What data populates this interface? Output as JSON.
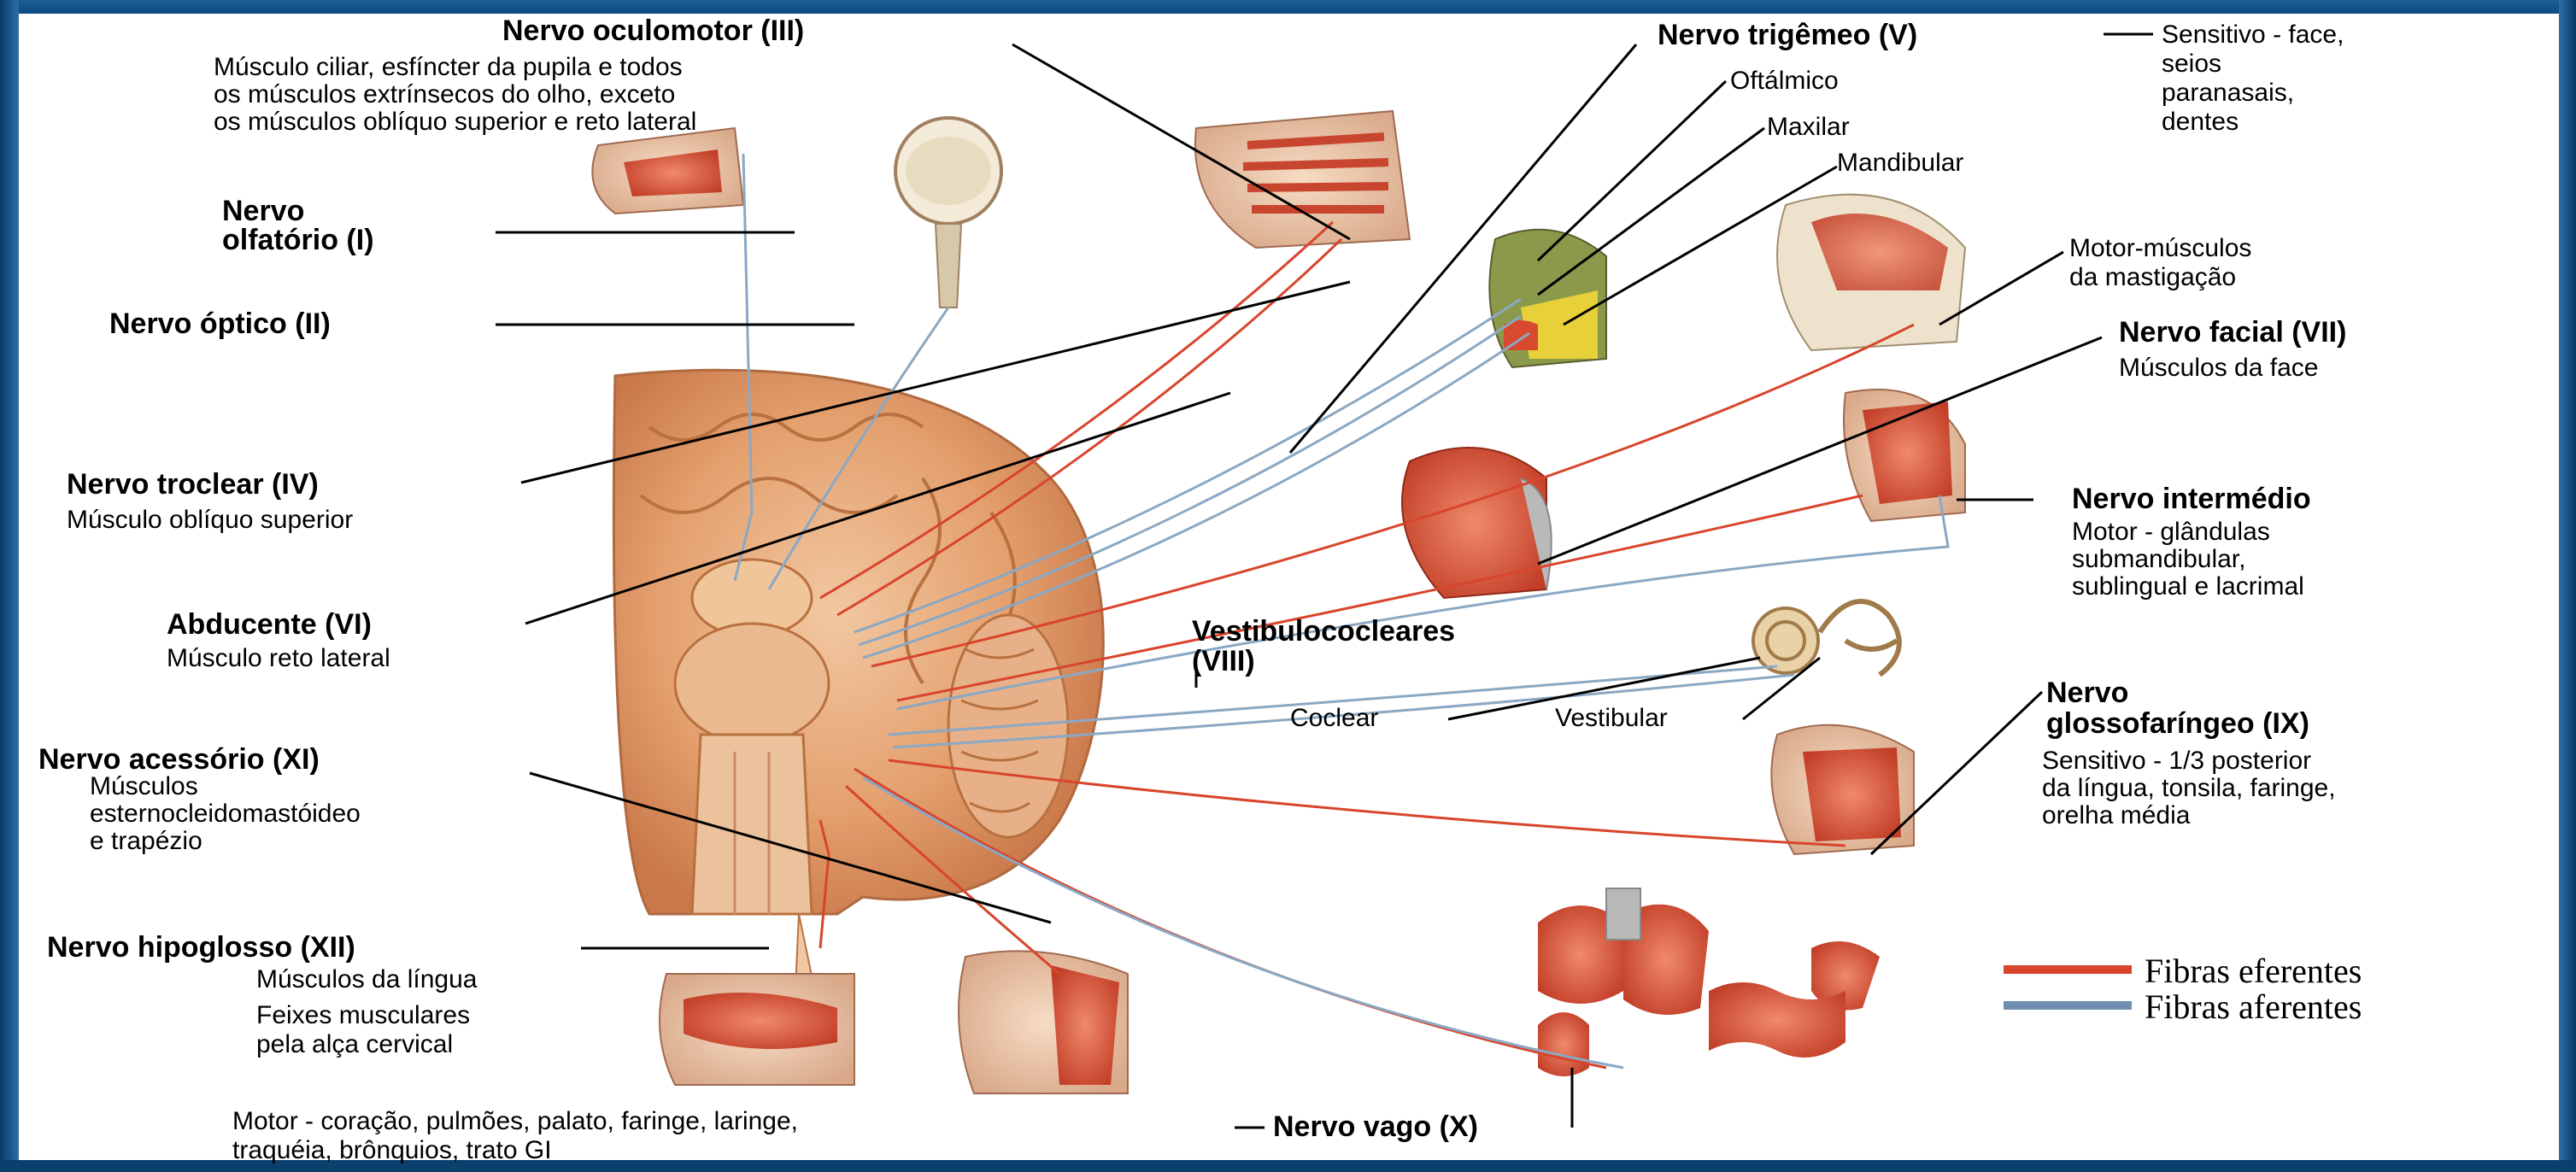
{
  "labels": {
    "oculomotor_title": "Nervo oculomotor (III)",
    "oculomotor_d1": "Músculo ciliar, esfíncter da pupila e todos",
    "oculomotor_d2": "os músculos extrínsecos do olho, exceto",
    "oculomotor_d3": "os músculos oblíquo superior e reto lateral",
    "olfatorio_t1": "Nervo",
    "olfatorio_t2": "olfatório (I)",
    "optico": "Nervo óptico (II)",
    "troclear_title": "Nervo troclear (IV)",
    "troclear_desc": "Músculo oblíquo superior",
    "abducente_title": "Abducente (VI)",
    "abducente_desc": "Músculo reto lateral",
    "acessorio_title": "Nervo acessório (XI)",
    "acessorio_d1": "Músculos",
    "acessorio_d2": "esternocleidomastóideo",
    "acessorio_d3": "e trapézio",
    "hipoglosso_title": "Nervo hipoglosso (XII)",
    "hipoglosso_d1": "Músculos da língua",
    "hipoglosso_d2": "Feixes musculares",
    "hipoglosso_d3": "pela alça cervical",
    "vago_desc1": "Motor - coração, pulmões, palato, faringe, laringe,",
    "vago_desc2": "traquéia, brônquios, trato GI",
    "vago_title": "Nervo vago (X)",
    "trigemeo_title": "Nervo trigêmeo (V)",
    "trigemeo_d1": "Sensitivo - face,",
    "trigemeo_d2": "seios",
    "trigemeo_d3": "paranasais,",
    "trigemeo_d4": "dentes",
    "oftalmico": "Oftálmico",
    "maxilar": "Maxilar",
    "mandibular": "Mandibular",
    "mastigacao_1": "Motor-músculos",
    "mastigacao_2": "da mastigação",
    "facial_title": "Nervo facial (VII)",
    "facial_desc": "Músculos da face",
    "intermedio_title": "Nervo intermédio",
    "intermedio_d1": "Motor - glândulas",
    "intermedio_d2": "submandibular,",
    "intermedio_d3": "sublingual e lacrimal",
    "vestibulo_1": "Vestibulococleares",
    "vestibulo_2": "(VIII)",
    "coclear": "Coclear",
    "vestibular": "Vestibular",
    "glosso_1": "Nervo",
    "glosso_2": "glossofaríngeo (IX)",
    "glosso_d1": "Sensitivo - 1/3 posterior",
    "glosso_d2": "da língua, tonsila, faringe,",
    "glosso_d3": "orelha média"
  },
  "legend": {
    "efferent_label": "Fibras eferentes",
    "efferent_color": "#d8452c",
    "afferent_label": "Fibras aferentes",
    "afferent_color": "#6f8fb0"
  },
  "colors": {
    "background": "#0b3f6e",
    "panel": "#ffffff",
    "brain": "#e9a97a",
    "muscle": "#d8553c"
  }
}
